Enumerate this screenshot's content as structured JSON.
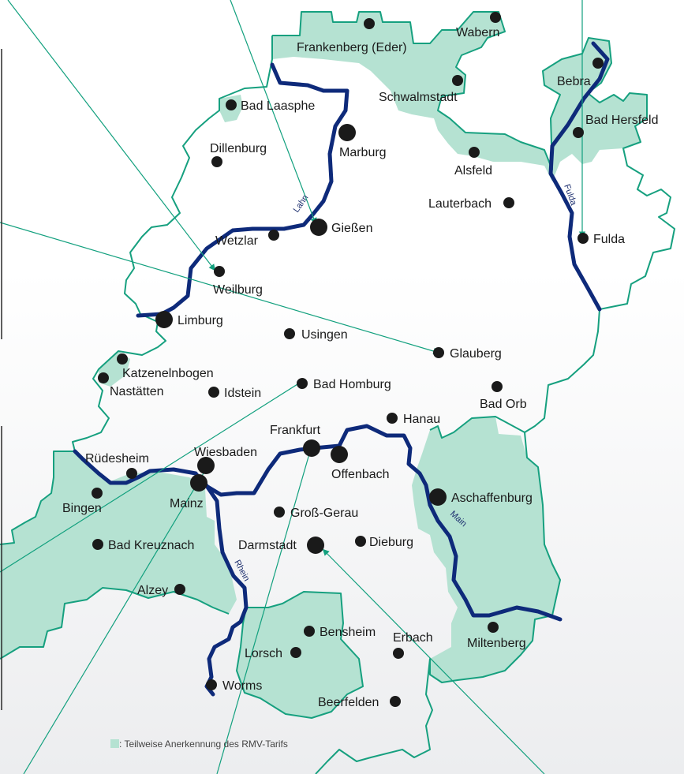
{
  "colors": {
    "partial_zone_fill": "#b5e2d2",
    "border_line": "#16a07f",
    "river": "#0e2a7a",
    "city_dot": "#1a1a1a",
    "pointer_line": "#12a07e"
  },
  "cities": [
    {
      "name": "Wabern"
    },
    {
      "name": "Frankenberg (Eder)"
    },
    {
      "name": "Schwalmstadt"
    },
    {
      "name": "Bebra"
    },
    {
      "name": "Bad Laasphe"
    },
    {
      "name": "Marburg"
    },
    {
      "name": "Bad Hersfeld"
    },
    {
      "name": "Dillenburg"
    },
    {
      "name": "Alsfeld"
    },
    {
      "name": "Lauterbach"
    },
    {
      "name": "Gießen"
    },
    {
      "name": "Wetzlar"
    },
    {
      "name": "Fulda"
    },
    {
      "name": "Weilburg"
    },
    {
      "name": "Limburg"
    },
    {
      "name": "Usingen"
    },
    {
      "name": "Glauberg"
    },
    {
      "name": "Katzenelnbogen"
    },
    {
      "name": "Nastätten"
    },
    {
      "name": "Idstein"
    },
    {
      "name": "Bad Homburg"
    },
    {
      "name": "Bad Orb"
    },
    {
      "name": "Hanau"
    },
    {
      "name": "Frankfurt"
    },
    {
      "name": "Rüdesheim"
    },
    {
      "name": "Wiesbaden"
    },
    {
      "name": "Offenbach"
    },
    {
      "name": "Aschaffenburg"
    },
    {
      "name": "Bingen"
    },
    {
      "name": "Mainz"
    },
    {
      "name": "Groß-Gerau"
    },
    {
      "name": "Bad Kreuznach"
    },
    {
      "name": "Darmstadt"
    },
    {
      "name": "Dieburg"
    },
    {
      "name": "Alzey"
    },
    {
      "name": "Bensheim"
    },
    {
      "name": "Erbach"
    },
    {
      "name": "Miltenberg"
    },
    {
      "name": "Lorsch"
    },
    {
      "name": "Worms"
    },
    {
      "name": "Beerfelden"
    }
  ],
  "rivers": [
    {
      "name": "Lahn"
    },
    {
      "name": "Fulda"
    },
    {
      "name": "Main"
    },
    {
      "name": "Rhein"
    }
  ],
  "legend": {
    "text": ": Teilweise Anerkennung des RMV-Tarifs"
  }
}
